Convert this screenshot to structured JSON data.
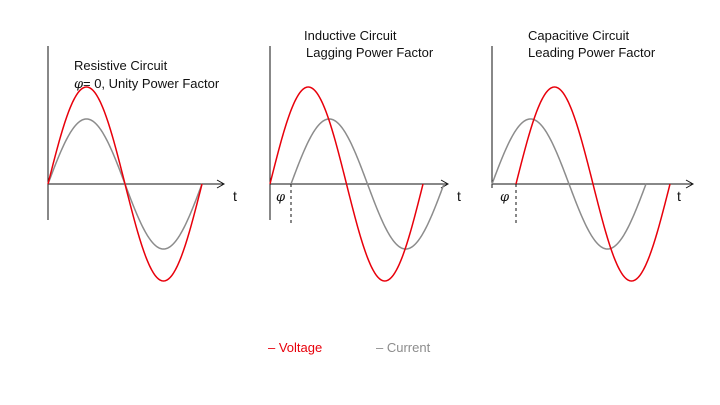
{
  "colors": {
    "voltage": "#e8000b",
    "current": "#8c8c8c",
    "axis": "#111111"
  },
  "panels": [
    {
      "title_line1": "Resistive Circuit",
      "title_line2_symbol": "φ",
      "title_line2_text": " = 0, Unity Power Factor",
      "axis_label": "t",
      "phase_label": "",
      "phase_shift": 0
    },
    {
      "title_line1": "Inductive Circuit",
      "title_line2_symbol": "",
      "title_line2_text": "Lagging Power Factor",
      "axis_label": "t",
      "phase_label": "φ",
      "phase_shift": 0.5
    },
    {
      "title_line1": "Capacitive Circuit",
      "title_line2_symbol": "",
      "title_line2_text": "Leading Power Factor",
      "axis_label": "t",
      "phase_label": "φ",
      "phase_shift": -0.5
    }
  ],
  "legend": {
    "voltage_label": "– Voltage",
    "current_label": "– Current"
  }
}
